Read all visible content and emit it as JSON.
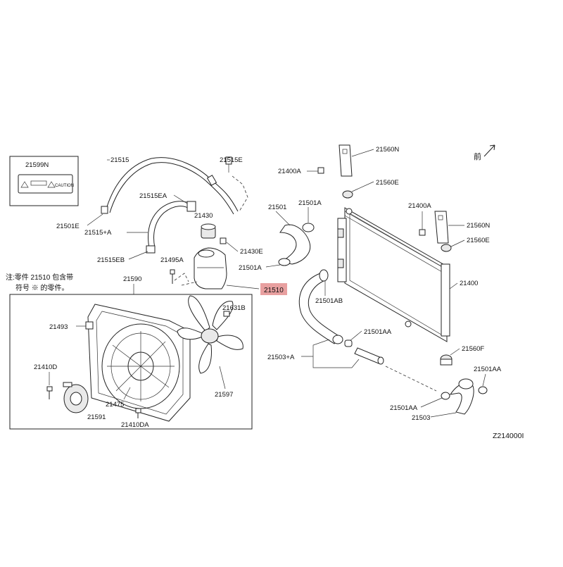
{
  "labels": {
    "p21599N": "21599N",
    "p21515": "21515",
    "p21515E": "21515E",
    "p21515EA": "21515EA",
    "p21501E": "21501E",
    "p21515A": "21515+A",
    "p21430": "21430",
    "p21430E": "21430E",
    "p21515EB": "21515EB",
    "p21495A": "21495A",
    "p21510": "21510",
    "p21590": "21590",
    "p21493": "21493",
    "p21631B": "21631B",
    "p21410D": "21410D",
    "p21475": "21475",
    "p21591": "21591",
    "p21410DA": "21410DA",
    "p21597": "21597",
    "p21400A_l": "21400A",
    "p21560N_t": "21560N",
    "p21560E_t": "21560E",
    "p21501": "21501",
    "p21501A_t": "21501A",
    "p21501A_b": "21501A",
    "p21501AB": "21501AB",
    "p21400A_r": "21400A",
    "p21560N_r": "21560N",
    "p21560E_r": "21560E",
    "p21400": "21400",
    "p21501AA_m": "21501AA",
    "p21503A": "21503+A",
    "p21560F": "21560F",
    "p21501AA_r": "21501AA",
    "p21501AA_b": "21501AA",
    "p21503": "21503",
    "diagram_code": "Z214000I",
    "front_mark": "前"
  },
  "note": {
    "line1": "注:零件 21510 包含带",
    "line2": "符号 ※ 的零件。"
  },
  "caution_card": {
    "text": "CAUTION"
  },
  "colors": {
    "highlight": "#e8a0a0",
    "line": "#222222"
  }
}
